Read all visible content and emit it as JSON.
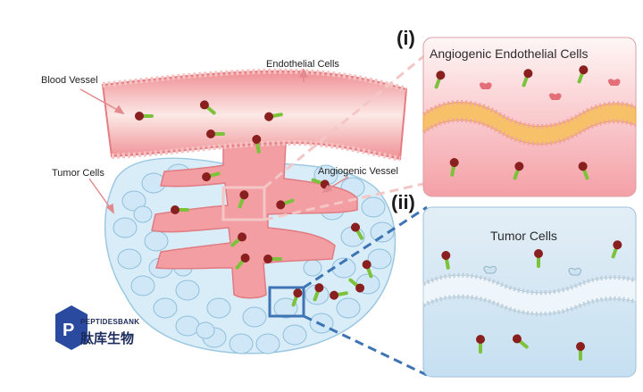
{
  "labels": {
    "blood_vessel": "Blood Vessel",
    "endothelial_cells": "Endothelial Cells",
    "tumor_cells": "Tumor Cells",
    "angiogenic_vessel": "Angiogenic Vessel"
  },
  "panels": {
    "top": {
      "marker": "(i)",
      "title": "Angiogenic Endothelial Cells"
    },
    "bottom": {
      "marker": "(ii)",
      "title": "Tumor Cells"
    }
  },
  "logo": {
    "line1": "PEPTIDESBANK",
    "line2": "肽库生物"
  },
  "colors": {
    "vessel_pink": "#f2a3a6",
    "vessel_light": "#f9dcdc",
    "tumor_blue": "#cde6f4",
    "highlight_blue": "#3e74b4",
    "conjugate_red": "#8a1f1f",
    "conjugate_green": "#7cc23a"
  }
}
